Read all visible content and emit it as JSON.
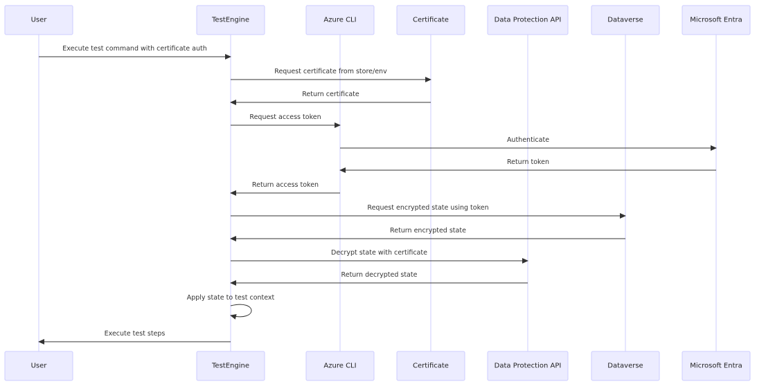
{
  "participants": [
    {
      "id": "user",
      "label": "User"
    },
    {
      "id": "testengine",
      "label": "TestEngine"
    },
    {
      "id": "azurecli",
      "label": "Azure CLI"
    },
    {
      "id": "certificate",
      "label": "Certificate"
    },
    {
      "id": "dpapi",
      "label": "Data Protection API"
    },
    {
      "id": "dataverse",
      "label": "Dataverse"
    },
    {
      "id": "entra",
      "label": "Microsoft Entra"
    }
  ],
  "messages": [
    {
      "from": "user",
      "to": "testengine",
      "label": "Execute test command with certificate auth"
    },
    {
      "from": "testengine",
      "to": "certificate",
      "label": "Request certificate from store/env"
    },
    {
      "from": "certificate",
      "to": "testengine",
      "label": "Return certificate"
    },
    {
      "from": "testengine",
      "to": "azurecli",
      "label": "Request access token"
    },
    {
      "from": "azurecli",
      "to": "entra",
      "label": "Authenticate"
    },
    {
      "from": "entra",
      "to": "azurecli",
      "label": "Return token"
    },
    {
      "from": "azurecli",
      "to": "testengine",
      "label": "Return access token"
    },
    {
      "from": "testengine",
      "to": "dataverse",
      "label": "Request encrypted state using token"
    },
    {
      "from": "dataverse",
      "to": "testengine",
      "label": "Return encrypted state"
    },
    {
      "from": "testengine",
      "to": "dpapi",
      "label": "Decrypt state with certificate"
    },
    {
      "from": "dpapi",
      "to": "testengine",
      "label": "Return decrypted state"
    },
    {
      "from": "testengine",
      "to": "testengine",
      "label": "Apply state to test context"
    },
    {
      "from": "testengine",
      "to": "user",
      "label": "Execute test steps"
    }
  ],
  "colors": {
    "participant_fill": "#ECECFF",
    "participant_stroke": "#CCCCFF",
    "lifeline": "#CCCCFF",
    "message": "#333333"
  }
}
